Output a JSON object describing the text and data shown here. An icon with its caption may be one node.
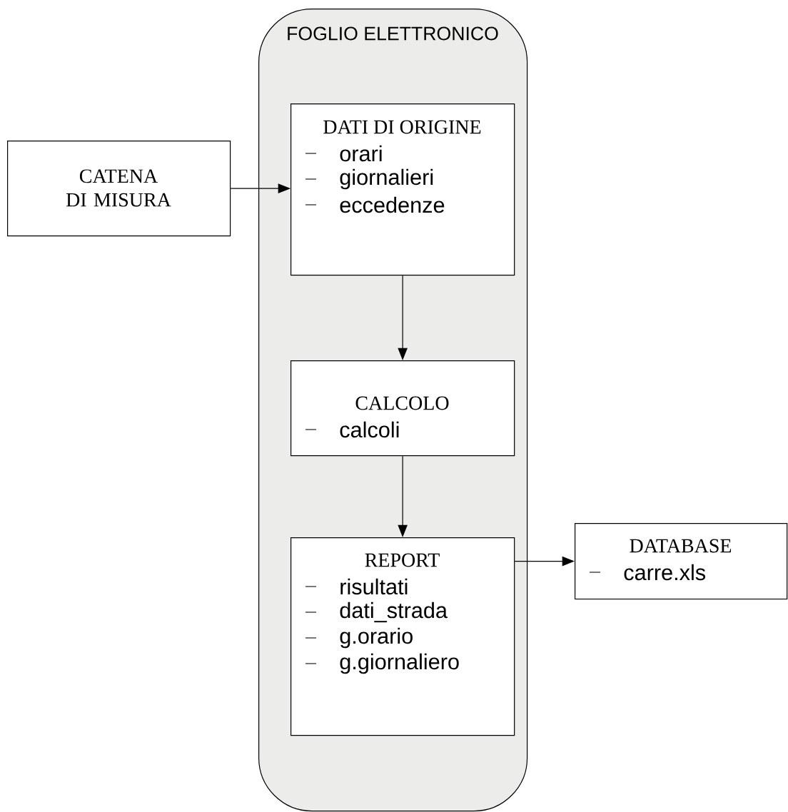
{
  "diagram": {
    "nodes": [
      {
        "text": [
          "FOGLIO ELETTRONICO"
        ]
      },
      {
        "text": [
          "CATENA DI MISURA"
        ]
      },
      {
        "text": [
          "DATI DI ORIGINE",
          "orari",
          "giornalieri",
          "eccedenze"
        ],
        "in": 0
      },
      {
        "text": [
          "CALCOLO",
          "calcoli"
        ],
        "in": 0
      },
      {
        "text": [
          "REPORT",
          "risultati",
          "dati_strada",
          "g.orario",
          "g.giornaliero"
        ],
        "in": 0
      },
      {
        "text": [
          "DATABASE",
          "carre.xls"
        ]
      }
    ],
    "edges": [
      {
        "from": 1,
        "to": 2,
        "arrow": "to"
      },
      {
        "from": 2,
        "to": 3,
        "arrow": "to"
      },
      {
        "from": 3,
        "to": 4,
        "arrow": "to"
      },
      {
        "from": 4,
        "to": 5,
        "arrow": "to"
      }
    ]
  }
}
